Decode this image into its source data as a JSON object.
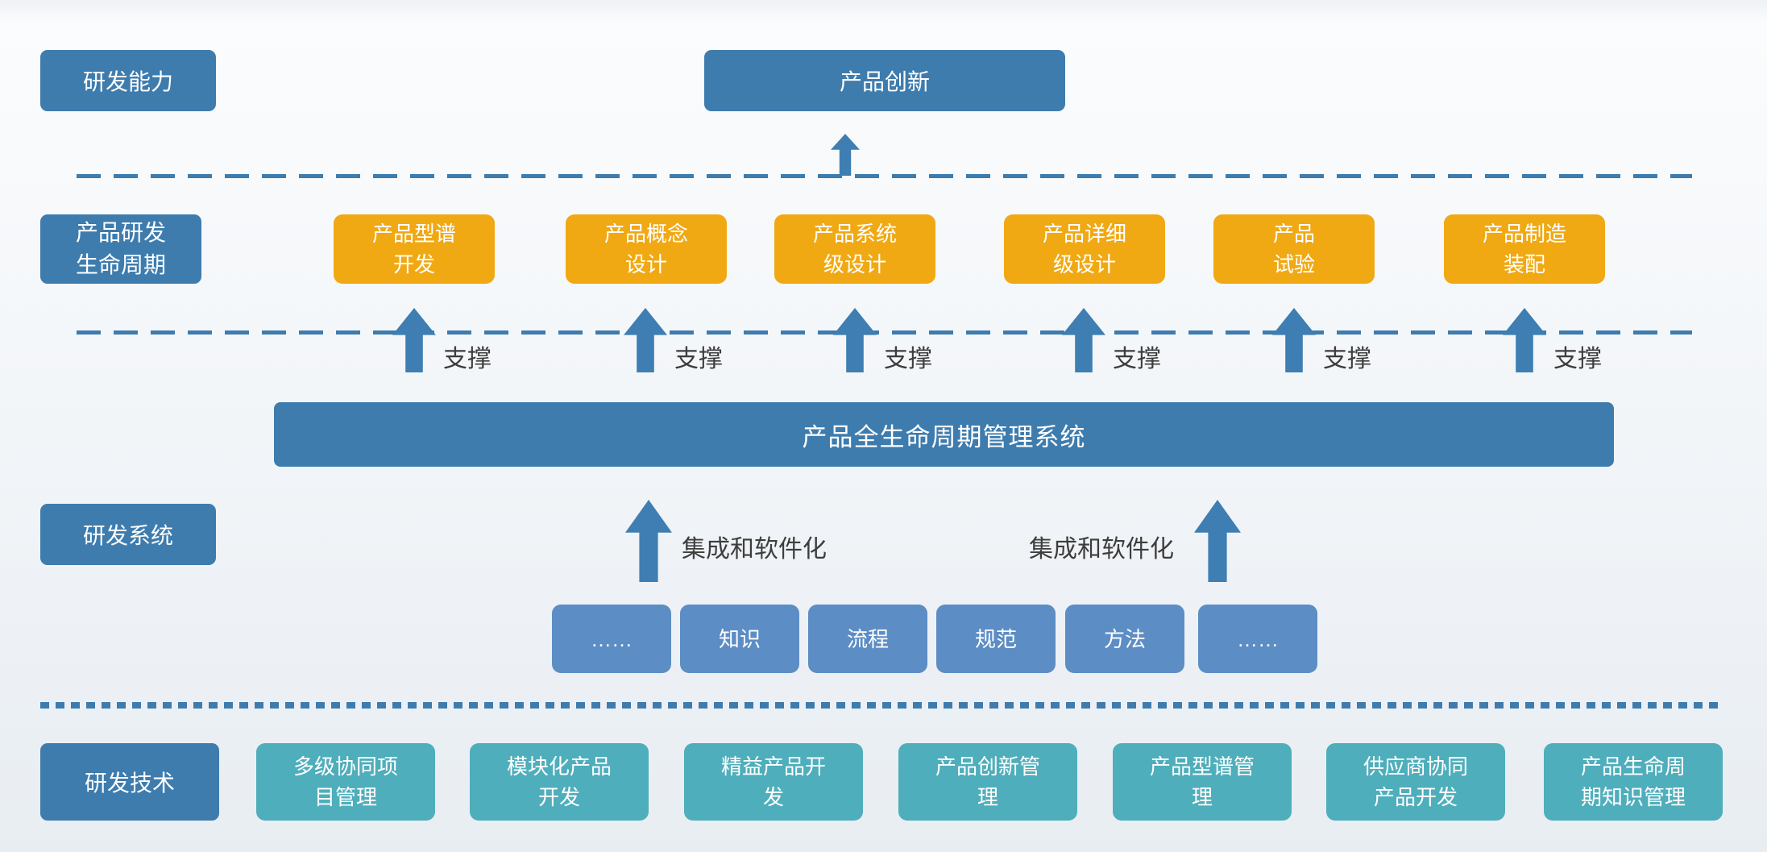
{
  "palette": {
    "steel_blue": "#3E7CAE",
    "orange": "#F0A913",
    "light_blue": "#5C8DC5",
    "teal": "#4FAEBB",
    "arrow_blue": "#3E7EB2",
    "annotation_text": "#3D3D3D",
    "box_text": "#FFFFFF"
  },
  "capability_row": {
    "label": "研发能力",
    "innovation_label": "产品创新"
  },
  "lifecycle_row": {
    "label": "产品研发\n生命周期",
    "stages": [
      "产品型谱\n开发",
      "产品概念\n设计",
      "产品系统\n级设计",
      "产品详细\n级设计",
      "产品\n试验",
      "产品制造\n装配"
    ],
    "support_label": "支撑"
  },
  "plm_bar": {
    "label": "产品全生命周期管理系统"
  },
  "system_row": {
    "label": "研发系统",
    "integration_label": "集成和软件化",
    "elements": [
      "……",
      "知识",
      "流程",
      "规范",
      "方法",
      "……"
    ]
  },
  "technology_row": {
    "label": "研发技术",
    "items": [
      "多级协同项\n目管理",
      "模块化产品\n开发",
      "精益产品开\n发",
      "产品创新管\n理",
      "产品型谱管\n理",
      "供应商协同\n产品开发",
      "产品生命周\n期知识管理"
    ]
  }
}
